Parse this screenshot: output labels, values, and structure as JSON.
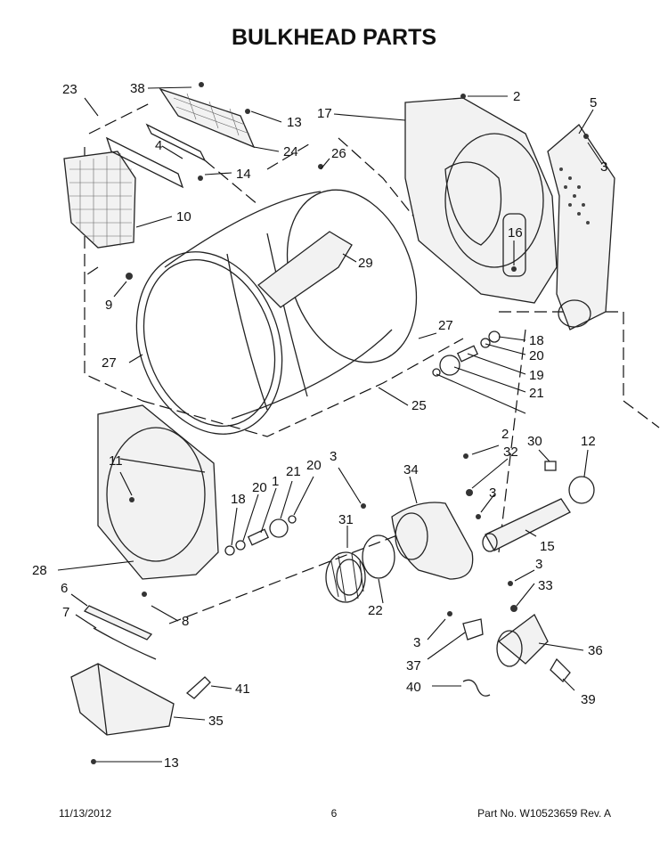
{
  "title": "BULKHEAD PARTS",
  "footer": {
    "date": "11/13/2012",
    "page": "6",
    "part_no": "Part No. W10523659  Rev. A"
  },
  "callouts": [
    "23",
    "38",
    "13",
    "17",
    "2",
    "5",
    "3",
    "24",
    "4",
    "14",
    "26",
    "10",
    "16",
    "9",
    "29",
    "18",
    "20",
    "27",
    "19",
    "21",
    "25",
    "11",
    "1",
    "2",
    "30",
    "32",
    "34",
    "12",
    "31",
    "15",
    "28",
    "6",
    "8",
    "22",
    "33",
    "7",
    "37",
    "36",
    "40",
    "39",
    "41",
    "35",
    "13",
    "3",
    "3",
    "20",
    "21",
    "27",
    "20",
    "18",
    "3",
    "3"
  ]
}
